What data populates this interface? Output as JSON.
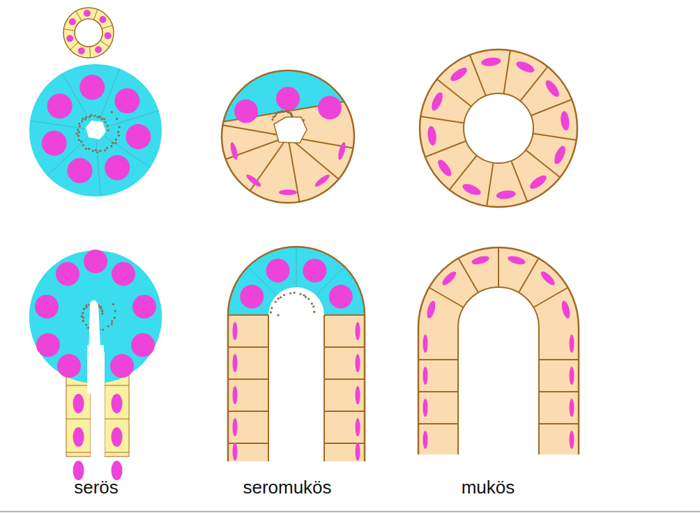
{
  "diagram": {
    "labels": [
      "serös",
      "seromukös",
      "mukös"
    ]
  }
}
